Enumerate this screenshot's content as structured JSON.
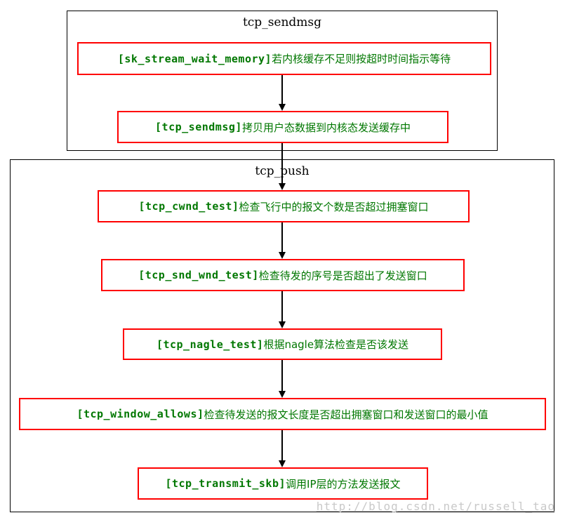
{
  "diagram": {
    "top": {
      "title": "tcp_sendmsg",
      "steps": [
        {
          "fn": "[sk_stream_wait_memory]",
          "desc": "若内核缓存不足则按超时时间指示等待"
        },
        {
          "fn": "[tcp_sendmsg]",
          "desc": "拷贝用户态数据到内核态发送缓存中"
        }
      ]
    },
    "bottom": {
      "title": "tcp_push",
      "steps": [
        {
          "fn": "[tcp_cwnd_test]",
          "desc": "检查飞行中的报文个数是否超过拥塞窗口"
        },
        {
          "fn": "[tcp_snd_wnd_test]",
          "desc": "检查待发的序号是否超出了发送窗口"
        },
        {
          "fn": "[tcp_nagle_test]",
          "desc": "根据nagle算法检查是否该发送"
        },
        {
          "fn": "[tcp_window_allows]",
          "desc": "检查待发送的报文长度是否超出拥塞窗口和发送窗口的最小值"
        },
        {
          "fn": "[tcp_transmit_skb]",
          "desc": "调用IP层的方法发送报文"
        }
      ]
    },
    "watermark": "http://blog.csdn.net/russell_tao",
    "colors": {
      "node_border": "#ff0000",
      "node_text": "#007700",
      "container_border": "#000000",
      "arrow": "#000000",
      "watermark_text": "#c9c9c9",
      "background": "#ffffff"
    }
  }
}
